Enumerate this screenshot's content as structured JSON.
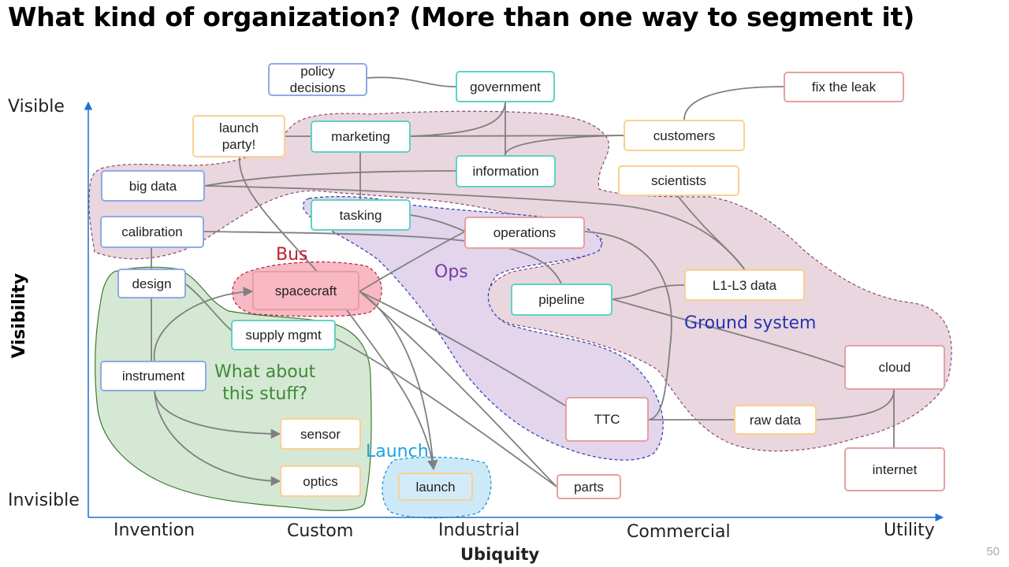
{
  "title": "What kind of organization? (More than one way to segment it)",
  "axes": {
    "y_label": "Visibility",
    "y_top": "Visible",
    "y_bottom": "Invisible",
    "x_label": "Ubiquity",
    "x_ticks": [
      "Invention",
      "Custom",
      "Industrial",
      "Commercial",
      "Utility"
    ]
  },
  "regions": {
    "bus": "Bus",
    "ops": "Ops",
    "ground": "Ground system",
    "launch": "Launch",
    "green": "What about\nthis stuff?"
  },
  "nodes": {
    "policy": "policy\ndecisions",
    "government": "government",
    "fix_leak": "fix the leak",
    "launch_party": "launch\nparty!",
    "marketing": "marketing",
    "customers": "customers",
    "information": "information",
    "scientists": "scientists",
    "big_data": "big data",
    "tasking": "tasking",
    "calibration": "calibration",
    "operations": "operations",
    "design": "design",
    "spacecraft": "spacecraft",
    "l1l3": "L1-L3 data",
    "pipeline": "pipeline",
    "supply": "supply mgmt",
    "instrument": "instrument",
    "cloud": "cloud",
    "ttc": "TTC",
    "raw_data": "raw data",
    "sensor": "sensor",
    "optics": "optics",
    "launch": "launch",
    "parts": "parts",
    "internet": "internet"
  },
  "colors": {
    "blue": "#8fa9e8",
    "teal": "#5fd3c2",
    "orange": "#fbd091",
    "red": "#e6a0a0",
    "ground_fill": "#ead6df",
    "ops_fill": "#e2d5ec",
    "green_fill": "#d5e8d4",
    "bus_fill": "#f8b8c4",
    "launch_fill": "#cce9f8"
  },
  "page_number": "50"
}
